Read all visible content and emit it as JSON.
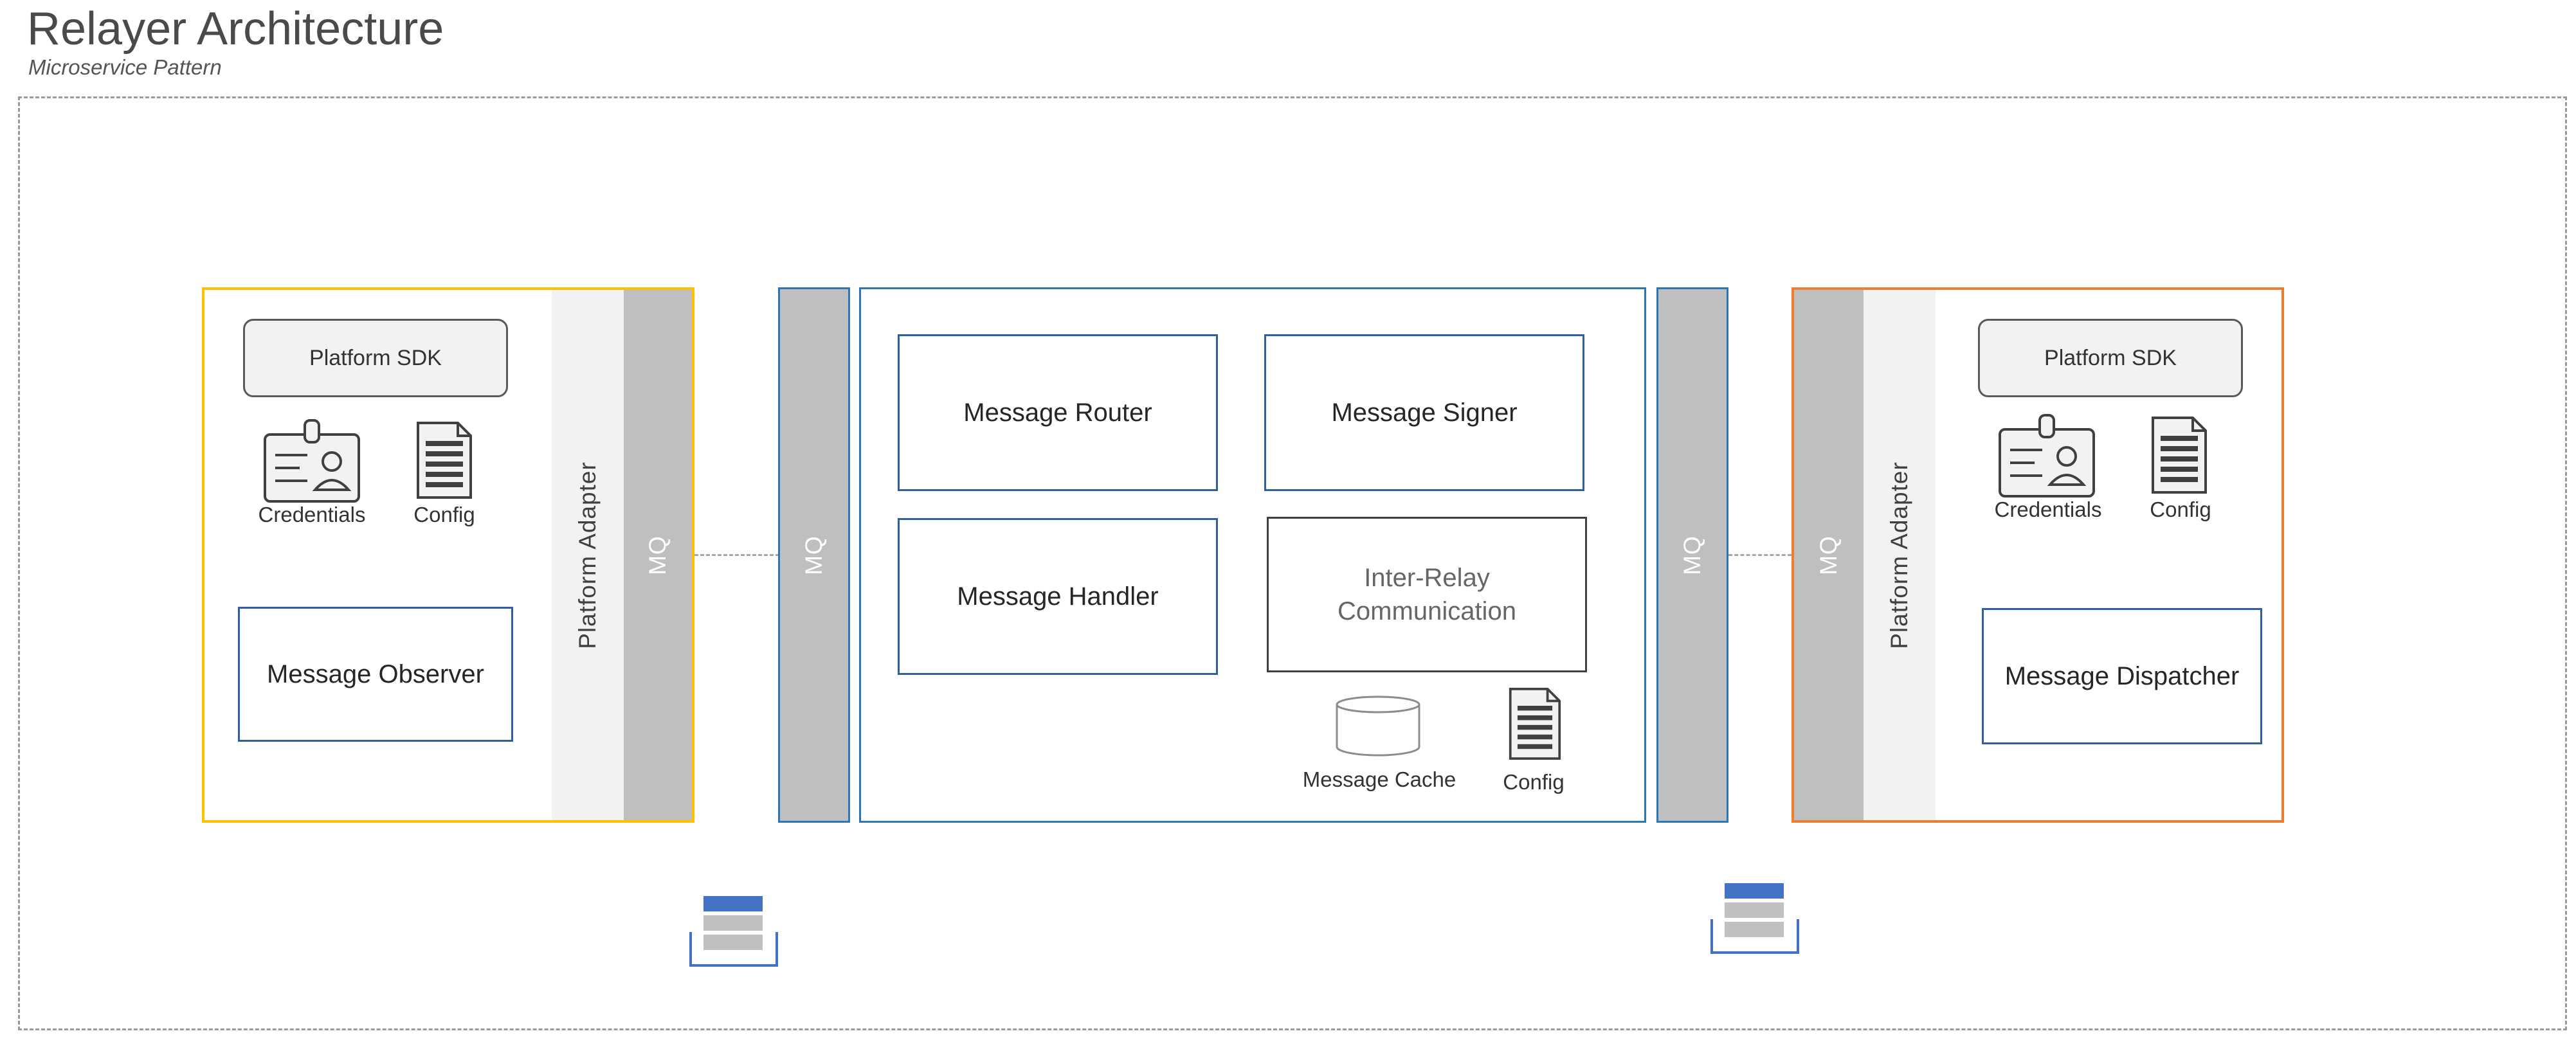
{
  "title": "Relayer Architecture",
  "subtitle": "Microservice Pattern",
  "left_panel": {
    "sdk": "Platform SDK",
    "credentials": "Credentials",
    "config": "Config",
    "component": "Message Observer",
    "adapter": "Platform Adapter",
    "mq": "MQ"
  },
  "center_panel": {
    "mq_left": "MQ",
    "mq_right": "MQ",
    "router": "Message Router",
    "signer": "Message Signer",
    "handler": "Message Handler",
    "inter_relay": "Inter-Relay Communication",
    "cache": "Message Cache",
    "config": "Config"
  },
  "right_panel": {
    "sdk": "Platform SDK",
    "credentials": "Credentials",
    "config": "Config",
    "component": "Message Dispatcher",
    "adapter": "Platform Adapter",
    "mq": "MQ"
  },
  "colors": {
    "left_border": "#ffc000",
    "right_border": "#ed7d31",
    "center_border": "#2e75b6",
    "mq_grey": "#bfbfbf",
    "queue_blue": "#4472c4"
  },
  "icons": [
    "id-badge-icon",
    "document-icon",
    "database-icon",
    "queue-icon"
  ]
}
